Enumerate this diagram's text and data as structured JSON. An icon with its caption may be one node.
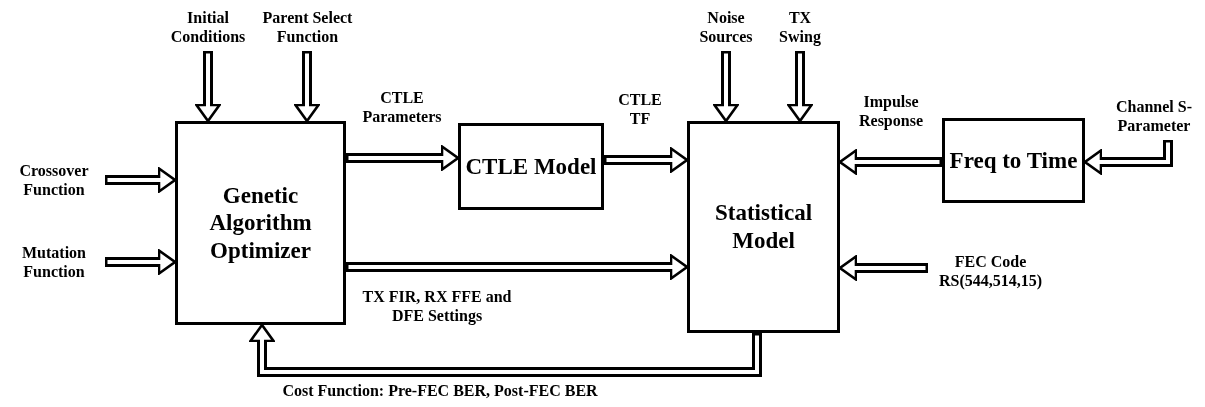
{
  "diagram": {
    "nodes": [
      {
        "text": [
          "Genetic Algorithm Optimizer"
        ]
      },
      {
        "text": [
          "CTLE Model"
        ]
      },
      {
        "text": [
          "Statistical Model"
        ]
      },
      {
        "text": [
          "Freq to Time"
        ]
      },
      {
        "text": [
          "Initial Conditions"
        ]
      },
      {
        "text": [
          "Parent Select Function"
        ]
      },
      {
        "text": [
          "Crossover Function"
        ]
      },
      {
        "text": [
          "Mutation Function"
        ]
      },
      {
        "text": [
          "Noise Sources"
        ]
      },
      {
        "text": [
          "TX Swing"
        ]
      },
      {
        "text": [
          "Channel S-Parameter"
        ]
      },
      {
        "text": [
          "FEC Code RS(544,514,15)"
        ]
      }
    ],
    "edges": [
      {
        "from": 4,
        "to": 0,
        "arrow": "to"
      },
      {
        "from": 5,
        "to": 0,
        "arrow": "to"
      },
      {
        "from": 6,
        "to": 0,
        "arrow": "to"
      },
      {
        "from": 7,
        "to": 0,
        "arrow": "to"
      },
      {
        "from": 0,
        "to": 1,
        "arrow": "to",
        "label": "CTLE Parameters"
      },
      {
        "from": 1,
        "to": 2,
        "arrow": "to",
        "label": "CTLE TF"
      },
      {
        "from": 0,
        "to": 2,
        "arrow": "to",
        "label": "TX FIR, RX FFE and DFE Settings"
      },
      {
        "from": 8,
        "to": 2,
        "arrow": "to"
      },
      {
        "from": 9,
        "to": 2,
        "arrow": "to"
      },
      {
        "from": 10,
        "to": 3,
        "arrow": "to"
      },
      {
        "from": 3,
        "to": 2,
        "arrow": "to",
        "label": "Impulse Response"
      },
      {
        "from": 11,
        "to": 2,
        "arrow": "to"
      },
      {
        "from": 2,
        "to": 0,
        "arrow": "to",
        "label": "Cost Function: Pre-FEC BER, Post-FEC BER"
      }
    ]
  }
}
